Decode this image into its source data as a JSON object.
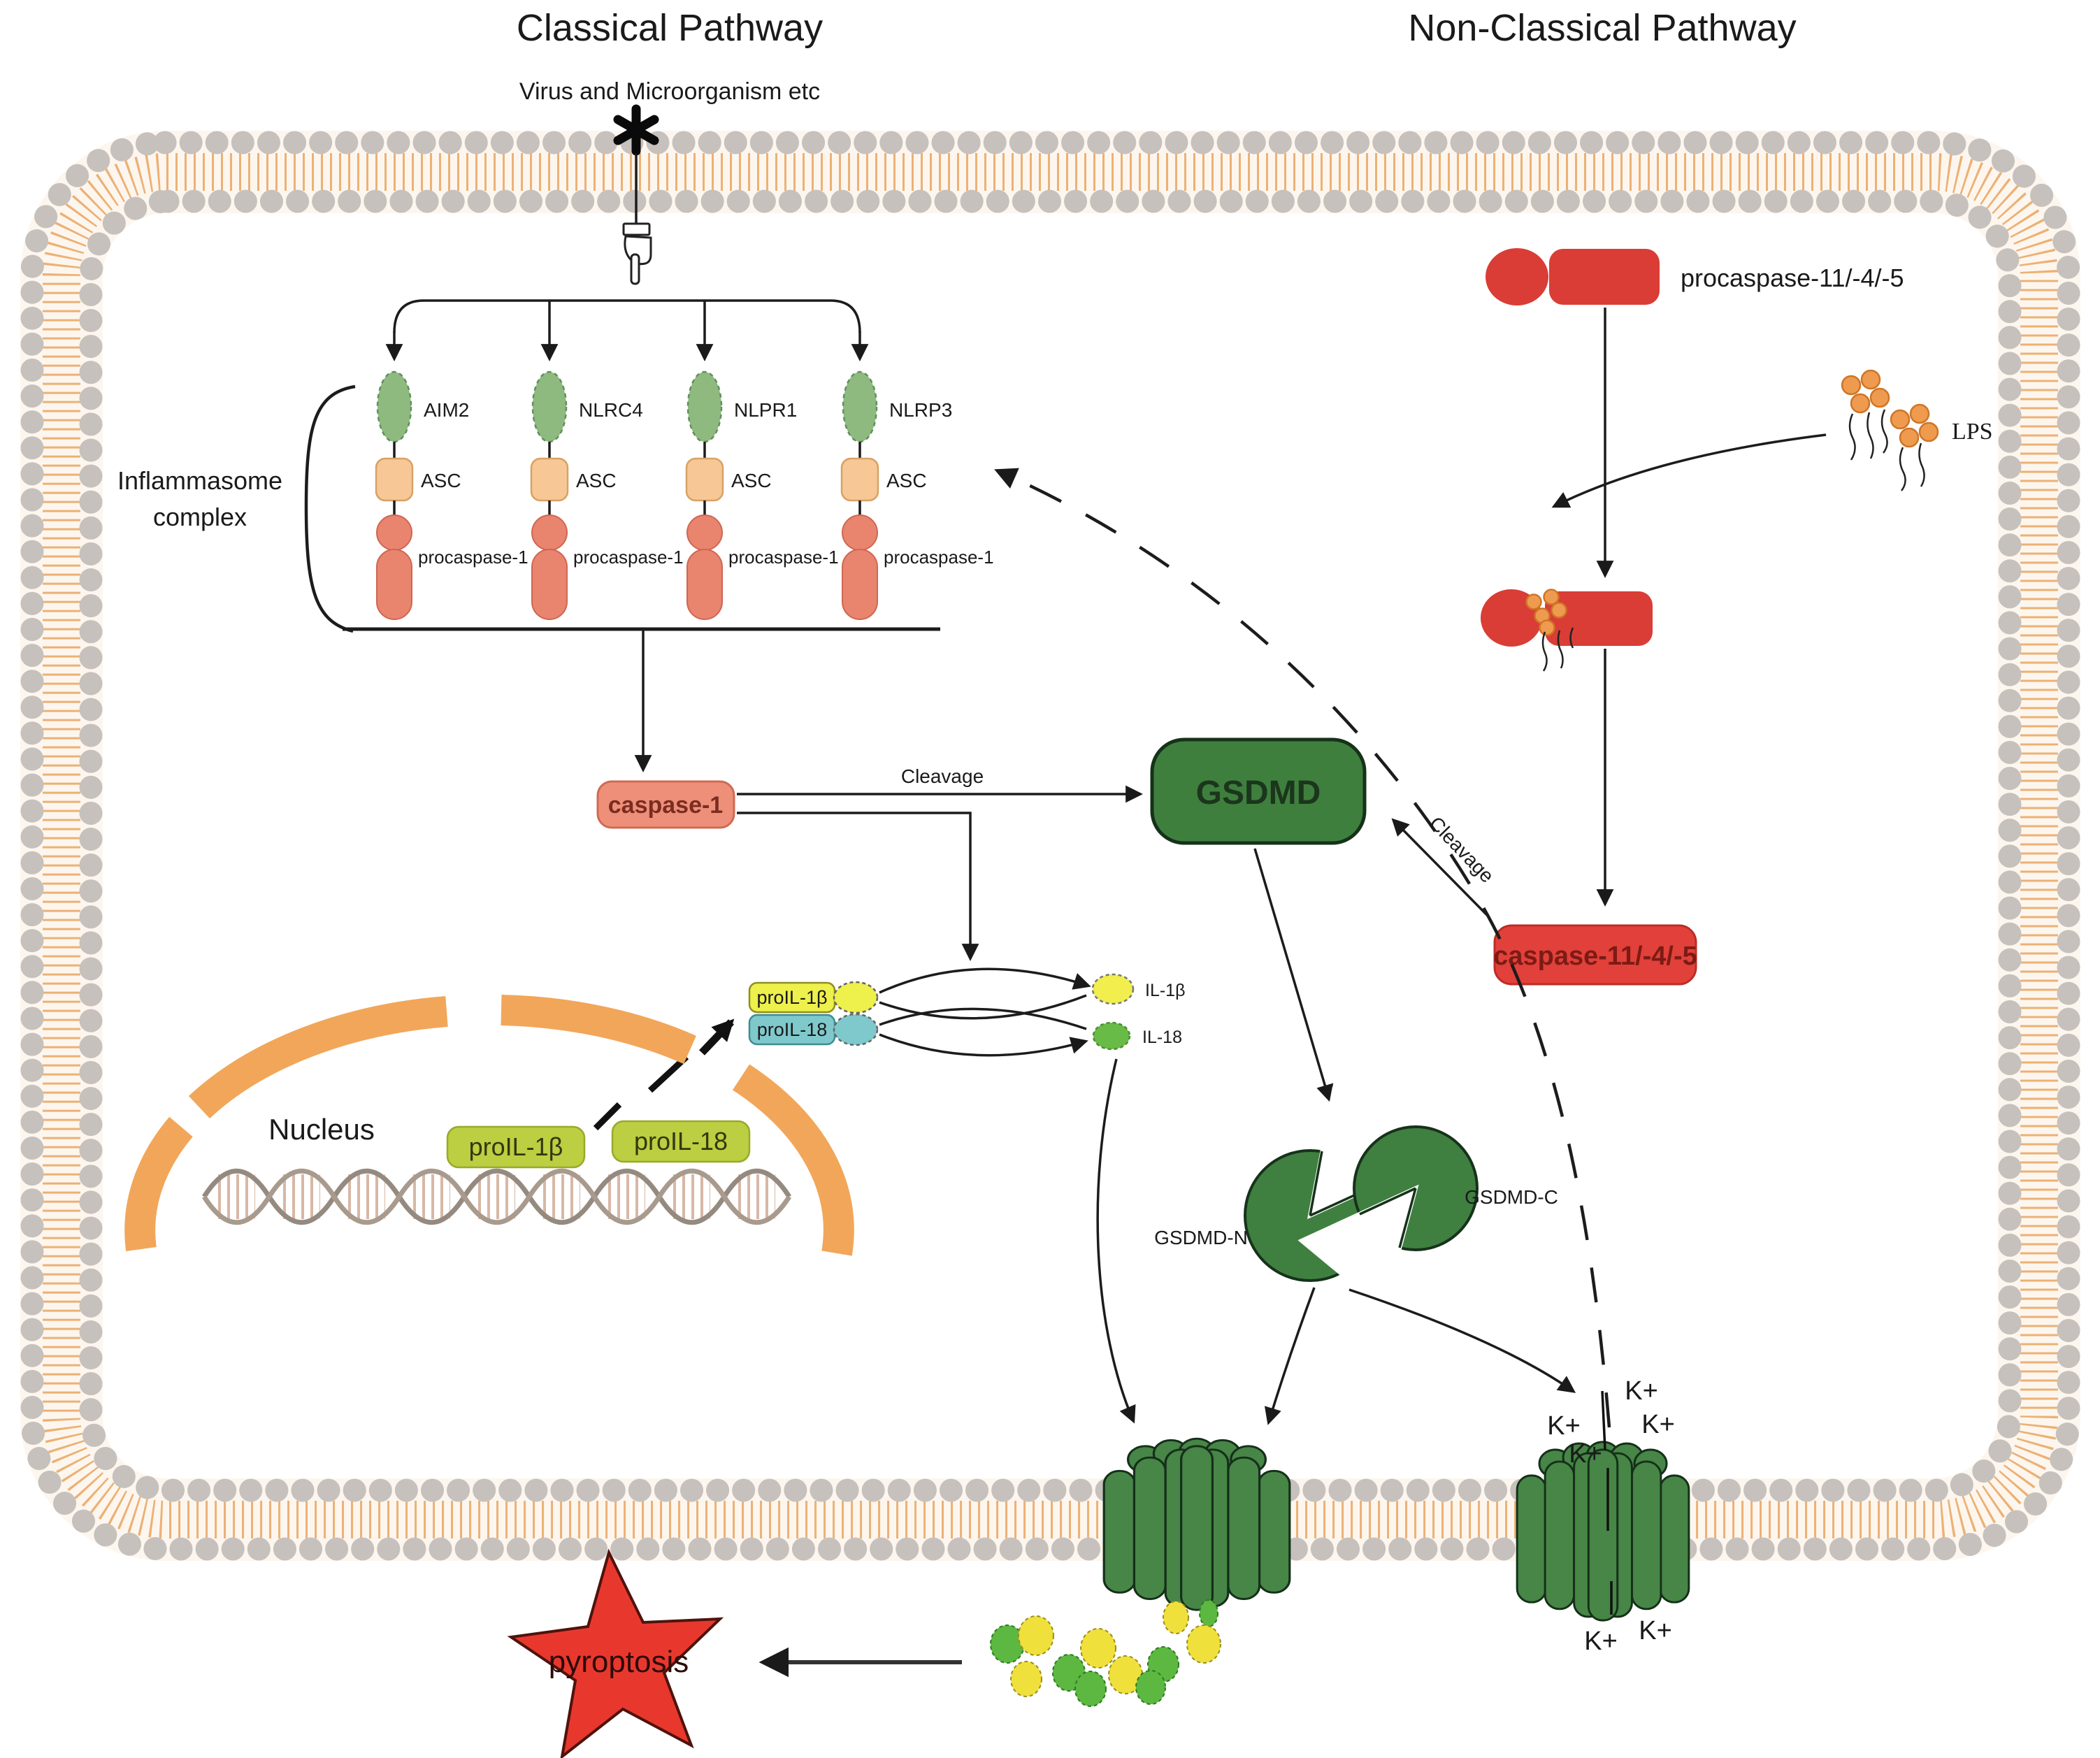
{
  "diagram": {
    "classical": {
      "title": "Classical Pathway",
      "subtitle": "Virus and Microorganism etc"
    },
    "non_classical": {
      "title": "Non-Classical Pathway"
    },
    "inflammasome": {
      "label_line1": "Inflammasome",
      "label_line2": "complex",
      "columns": [
        {
          "sensor": "AIM2",
          "adaptor": "ASC",
          "effector": "procaspase-1"
        },
        {
          "sensor": "NLRC4",
          "adaptor": "ASC",
          "effector": "procaspase-1"
        },
        {
          "sensor": "NLPR1",
          "adaptor": "ASC",
          "effector": "procaspase-1"
        },
        {
          "sensor": "NLRP3",
          "adaptor": "ASC",
          "effector": "procaspase-1"
        }
      ]
    },
    "classical_flow": {
      "caspase1": "caspase-1",
      "cleavage": "Cleavage",
      "gsdmd": "GSDMD",
      "proil1b": "proIL-1β",
      "proil18": "proIL-18",
      "il1b": "IL-1β",
      "il18": "IL-18"
    },
    "nucleus": {
      "label": "Nucleus",
      "proil1b": "proIL-1β",
      "proil18": "proIL-18"
    },
    "non_classical_flow": {
      "procaspase": "procaspase-11/-4/-5",
      "lps": "LPS",
      "caspase": "caspase-11/-4/-5",
      "cleavage": "Cleavage",
      "gsdmd_n": "GSDMD-N",
      "gsdmd_c": "GSDMD-C"
    },
    "ions": {
      "kplus": "K+"
    },
    "outcome": {
      "pyroptosis": "pyroptosis"
    },
    "palette": {
      "membrane_bead": "#c6c1bd",
      "membrane_tail": "#e9a55f",
      "sensor_green": "#8eba80",
      "asc_tan": "#f7c795",
      "procaspase_salmon": "#e9846e",
      "caspase1_box": "#ee8f7a",
      "gsdmd_green": "#3f7f3e",
      "caspase11_red": "#e2403a",
      "procaspase11_red": "#d93d35",
      "lps_orange": "#ef9b4f",
      "nucleus_orange": "#f2a659",
      "proil_yellow": "#eef04b",
      "proil_teal": "#7fc9cc",
      "nucleus_box_green": "#bcce41",
      "il18_green": "#68bb46",
      "pore_green": "#478646",
      "star_red": "#e8382e"
    }
  }
}
